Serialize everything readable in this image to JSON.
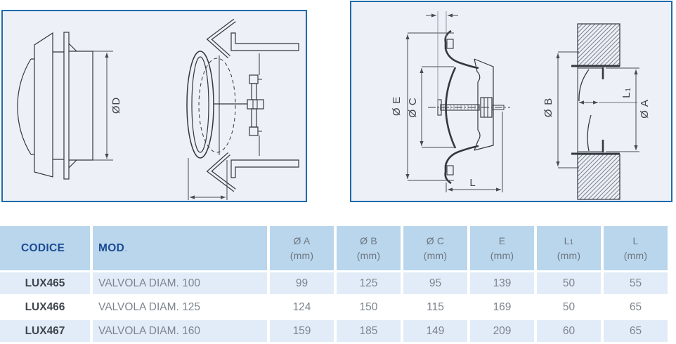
{
  "colors": {
    "panel_border": "#1e6aab",
    "panel_background": "#edf0f6",
    "table_header_background": "#b9d6ec",
    "table_row_alt_background": "#e2ecf8",
    "header_text_navy": "#1c4b94",
    "muted_text_gray": "#7d848d"
  },
  "diagrams": {
    "panel1": {
      "od": "ØD"
    },
    "panel2": {
      "oe": "Ø E",
      "oc": "Ø C",
      "l": "L",
      "ob": "Ø B",
      "l1_main": "L",
      "l1_sub": "1",
      "oa": "Ø A"
    }
  },
  "table": {
    "header": {
      "codice": "CODICE",
      "mod": "MOD",
      "mod_dot": ".",
      "dims": [
        {
          "name": "Ø A",
          "unit": "(mm)"
        },
        {
          "name": "Ø B",
          "unit": "(mm)"
        },
        {
          "name": "Ø C",
          "unit": "(mm)"
        },
        {
          "name": "E",
          "unit": "(mm)"
        },
        {
          "name": "L",
          "sub": "1",
          "unit": "(mm)"
        },
        {
          "name": "L",
          "unit": "(mm)"
        }
      ]
    },
    "rows": [
      {
        "codice": "LUX465",
        "mod": "VALVOLA DIAM. 100",
        "values": [
          "99",
          "125",
          "95",
          "139",
          "50",
          "55"
        ]
      },
      {
        "codice": "LUX466",
        "mod": "VALVOLA DIAM. 125",
        "values": [
          "124",
          "150",
          "115",
          "169",
          "50",
          "65"
        ]
      },
      {
        "codice": "LUX467",
        "mod": "VALVOLA DIAM. 160",
        "values": [
          "159",
          "185",
          "149",
          "209",
          "60",
          "65"
        ]
      }
    ]
  }
}
